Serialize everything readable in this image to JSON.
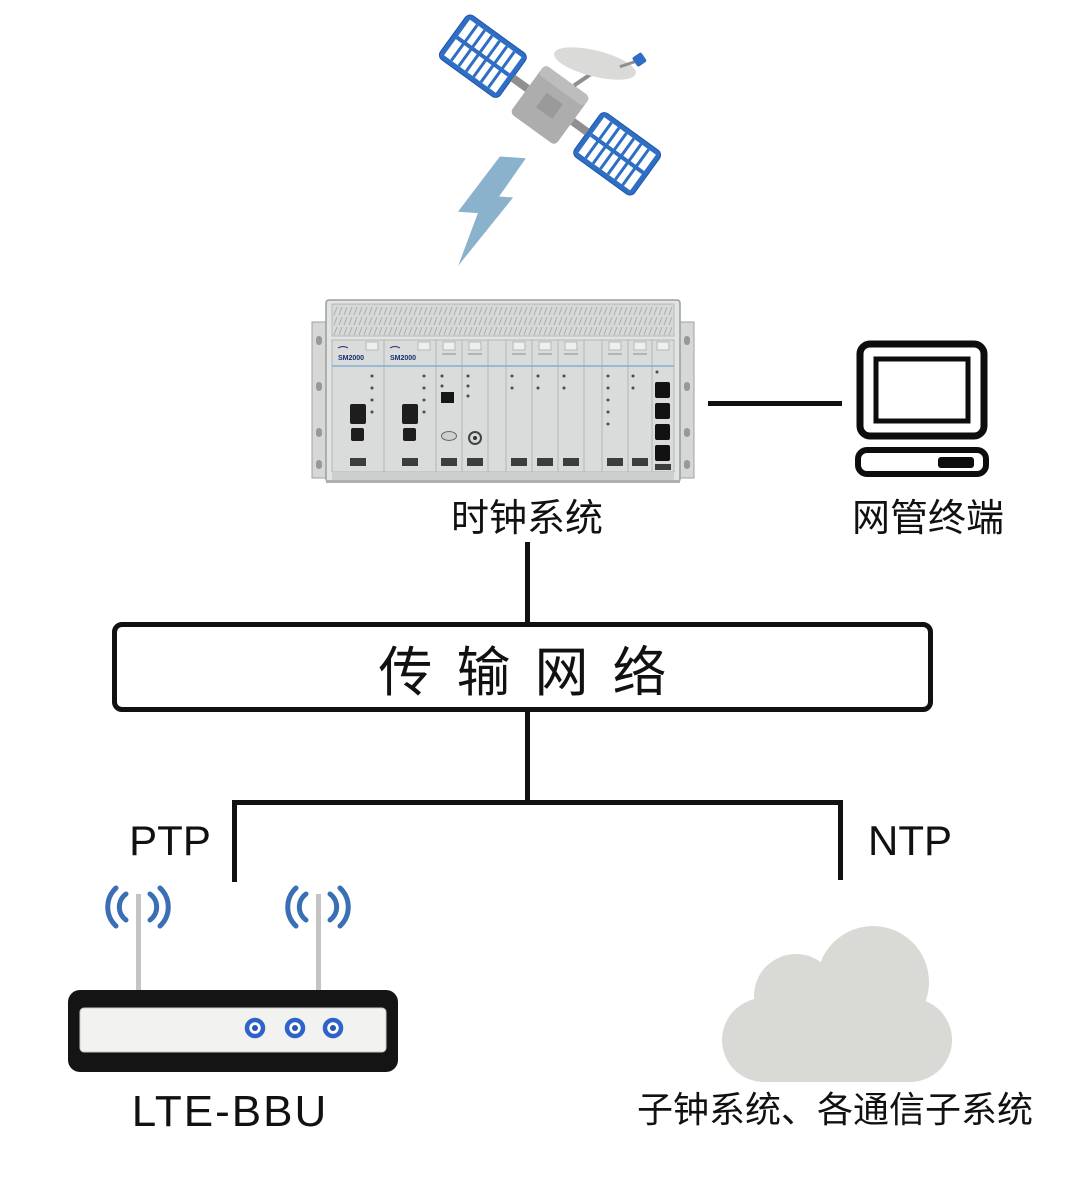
{
  "nodes": {
    "clock_system": {
      "label": "时钟系统",
      "model": "SM2000"
    },
    "nms_terminal": {
      "label": "网管终端"
    },
    "transport_network": {
      "label": "传输网络"
    },
    "lte_bbu": {
      "label": "LTE-BBU"
    },
    "subsystems_cloud": {
      "label": "子钟系统、各通信子系统"
    }
  },
  "links": {
    "ptp": {
      "label": "PTP"
    },
    "ntp": {
      "label": "NTP"
    }
  },
  "icons": {
    "satellite": "satellite-icon",
    "lightning": "lightning-bolt-icon",
    "rack": "clock-system-rack-icon",
    "computer": "nms-terminal-computer-icon",
    "bbu": "lte-bbu-device-icon",
    "cloud": "cloud-icon"
  },
  "colors": {
    "connector_line": "#111111",
    "solar_panel_blue": "#2f6ec5",
    "lightning_blue": "#8ab2cc",
    "cloud_gray": "#d9d9d6",
    "led_blue": "#2e63c9",
    "wifi_arc_blue": "#3a6fb5",
    "rack_body_gray": "#e2e4e3",
    "rack_accent_blue": "#85aed0"
  }
}
